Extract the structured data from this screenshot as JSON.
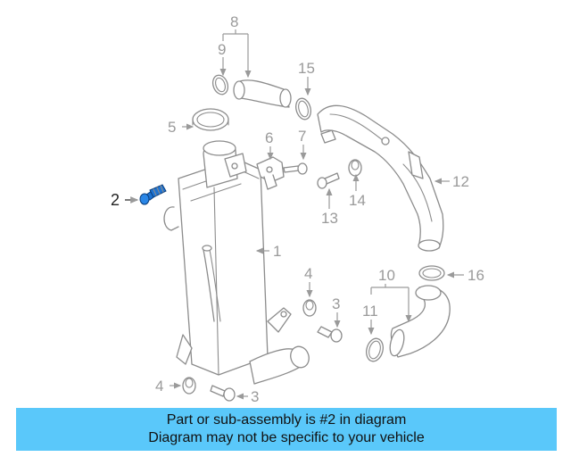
{
  "diagram": {
    "highlight_color": "#1e73d2",
    "labels": {
      "l1": "1",
      "l2": "2",
      "l3a": "3",
      "l3b": "3",
      "l4a": "4",
      "l4b": "4",
      "l5": "5",
      "l6": "6",
      "l7": "7",
      "l8": "8",
      "l9": "9",
      "l10": "10",
      "l11": "11",
      "l12": "12",
      "l13": "13",
      "l14": "14",
      "l15": "15",
      "l16": "16"
    }
  },
  "banner": {
    "line1": "Part or sub-assembly is #2 in diagram",
    "line2": "Diagram may not be specific to your vehicle",
    "color": "#5ac8fa"
  }
}
